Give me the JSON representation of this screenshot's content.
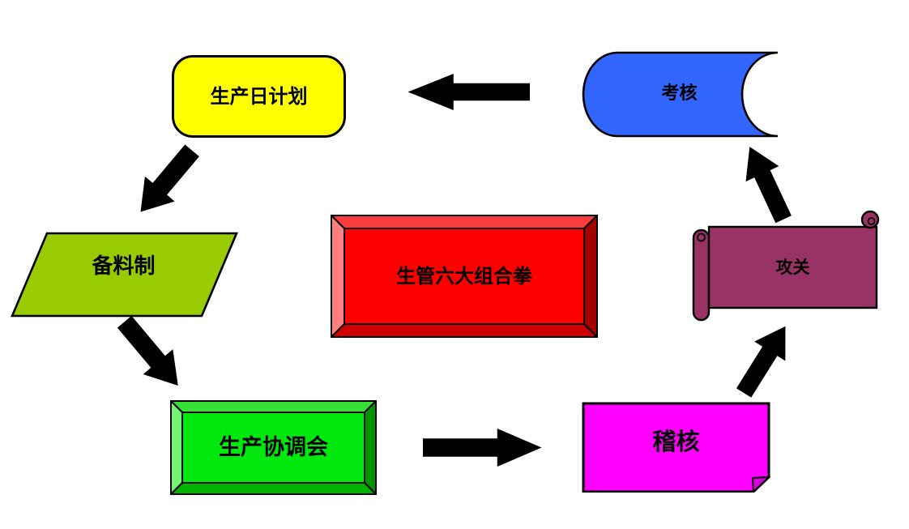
{
  "diagram": {
    "title": "生管六大组合拳",
    "background_color": "#FFFFFF",
    "arrow_color": "#000000",
    "outline_color": "#000000",
    "nodes": {
      "daily_plan": {
        "label": "生产日计划",
        "shape": "rounded-rectangle",
        "fill": "#FFFF00"
      },
      "assessment": {
        "label": "考核",
        "shape": "horizontal-cylinder",
        "fill": "#3366FF"
      },
      "material_prep": {
        "label": "备料制",
        "shape": "parallelogram",
        "fill": "#99CC00"
      },
      "combo": {
        "label": "生管六大组合拳",
        "shape": "bevel-3d-frame",
        "fill": "#FF0000"
      },
      "coordination": {
        "label": "生产协调会",
        "shape": "bevel-3d-frame",
        "fill": "#00E80D"
      },
      "audit": {
        "label": "稽核",
        "shape": "folded-corner-rectangle",
        "fill": "#FF00FF"
      },
      "tackle": {
        "label": "攻关",
        "shape": "vertical-scroll",
        "fill": "#993366"
      }
    },
    "flow": [
      {
        "from": "考核",
        "to": "生产日计划",
        "direction": "left"
      },
      {
        "from": "生产日计划",
        "to": "备料制",
        "direction": "down-left"
      },
      {
        "from": "备料制",
        "to": "生产协调会",
        "direction": "down-right"
      },
      {
        "from": "生产协调会",
        "to": "稽核",
        "direction": "right"
      },
      {
        "from": "稽核",
        "to": "攻关",
        "direction": "up-right"
      },
      {
        "from": "攻关",
        "to": "考核",
        "direction": "up-left"
      }
    ]
  }
}
